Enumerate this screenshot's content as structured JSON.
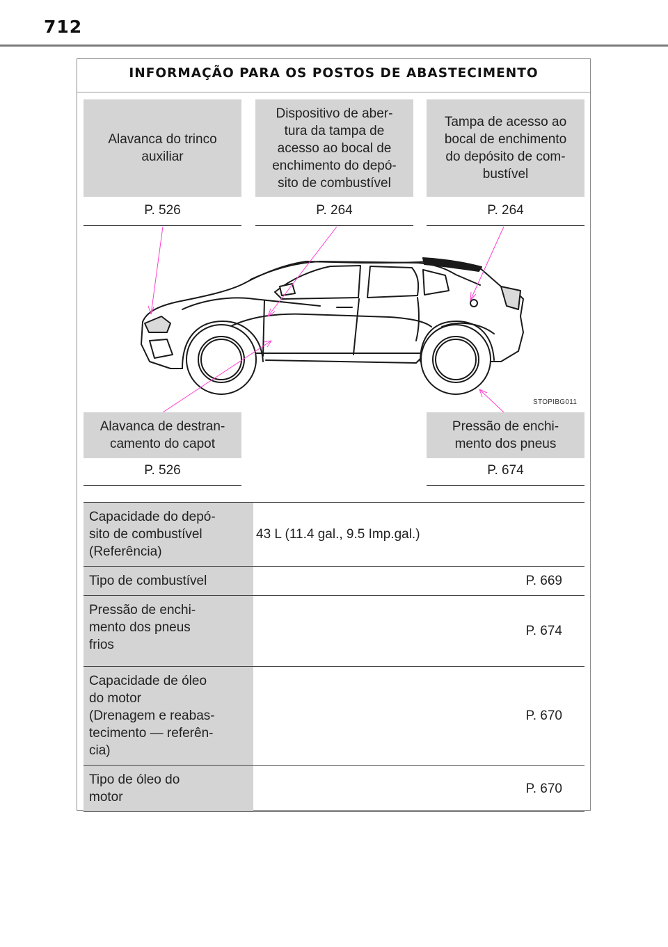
{
  "page_number": "712",
  "section_title": "INFORMAÇÃO PARA OS POSTOS DE ABASTECIMENTO",
  "callouts": {
    "hood_aux_latch": {
      "label": "Alavanca do trinco\nauxiliar",
      "ref": "P. 526"
    },
    "fuel_door_opener": {
      "label": "Dispositivo de aber-\ntura da tampa de\nacesso ao bocal de\nenchimento do depó-\nsito de combustível",
      "ref": "P. 264"
    },
    "fuel_door": {
      "label": "Tampa de acesso ao\nbocal de enchimento\ndo depósito de com-\nbustível",
      "ref": "P. 264"
    },
    "hood_release": {
      "label": "Alavanca de destran-\ncamento do capot",
      "ref": "P. 526"
    },
    "tire_pressure": {
      "label": "Pressão de enchi-\nmento dos pneus",
      "ref": "P. 674"
    }
  },
  "image_code": "STOPIBG011",
  "spec_rows": [
    {
      "label": "Capacidade do depó-\nsito de combustível\n(Referência)",
      "value": "43 L (11.4 gal., 9.5 Imp.gal.)"
    },
    {
      "label": "Tipo de combustível",
      "value": "P. 669"
    },
    {
      "label": "Pressão de enchi-\nmento dos pneus\nfrios",
      "value": "P. 674"
    },
    {
      "label": "Capacidade de óleo\ndo motor\n(Drenagem e reabas-\ntecimento — referên-\ncia)",
      "value": "P. 670"
    },
    {
      "label": "Tipo de óleo do\nmotor",
      "value": "P. 670"
    }
  ],
  "colors": {
    "callout_bg": "#d4d4d4",
    "leader_line": "#ff3fd0"
  }
}
